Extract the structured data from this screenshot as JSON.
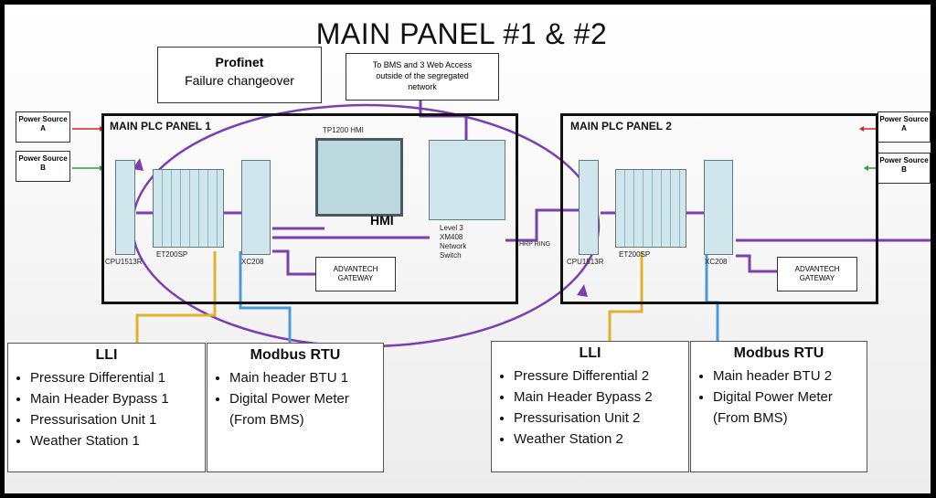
{
  "title": "MAIN PANEL #1 & #2",
  "profinet": {
    "heading": "Profinet",
    "subtitle": "Failure changeover"
  },
  "bms_note": "To BMS and 3 Web Access outside of the segregated network",
  "power": {
    "a": "Power Source A",
    "b": "Power Source B"
  },
  "panel1": {
    "title": "MAIN PLC PANEL 1",
    "hmi_model": "TP1200 HMI",
    "hmi_label": "HMI",
    "cpu": "CPU1513R",
    "io": "ET200SP",
    "xc": "XC208",
    "gateway": "ADVANTECH GATEWAY",
    "switch": "Level 3 XM408 Network Switch"
  },
  "panel2": {
    "title": "MAIN PLC PANEL 2",
    "cpu": "CPU1513R",
    "io": "ET200SP",
    "xc": "XC208",
    "gateway": "ADVANTECH GATEWAY"
  },
  "hrp_label": "HRP RING",
  "lli1": {
    "title": "LLI",
    "items": [
      "Pressure Differential 1",
      "Main Header Bypass 1",
      "Pressurisation Unit 1",
      "Weather Station 1"
    ]
  },
  "modbus1": {
    "title": "Modbus RTU",
    "items": [
      "Main header BTU 1",
      "Digital Power Meter (From BMS)"
    ]
  },
  "lli2": {
    "title": "LLI",
    "items": [
      "Pressure Differential 2",
      "Main Header Bypass 2",
      "Pressurisation Unit 2",
      "Weather Station 2"
    ]
  },
  "modbus2": {
    "title": "Modbus RTU",
    "items": [
      "Main header BTU 2",
      "Digital Power Meter (From BMS)"
    ]
  },
  "colors": {
    "ring": "#7b3fb0",
    "lli_line": "#e0b030",
    "modbus_line": "#4a9ad8",
    "power_a": "#e02020",
    "power_b": "#22a040"
  }
}
